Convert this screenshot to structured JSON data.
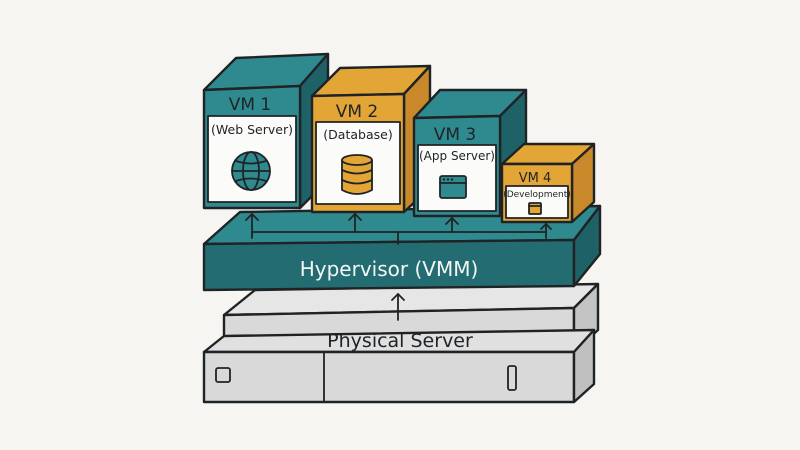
{
  "physical": {
    "label": "Physical Server"
  },
  "hypervisor": {
    "label": "Hypervisor (VMM)"
  },
  "vms": [
    {
      "title": "VM 1",
      "role": "(Web Server)",
      "icon": "globe-icon"
    },
    {
      "title": "VM 2",
      "role": "(Database)",
      "icon": "database-icon"
    },
    {
      "title": "VM 3",
      "role": "(App Server)",
      "icon": "app-window-icon"
    },
    {
      "title": "VM 4",
      "role": "(Development)",
      "icon": "dev-window-icon"
    }
  ],
  "colors": {
    "teal": "#2f8a8f",
    "teal_dark": "#236d72",
    "teal_side": "#1e6166",
    "gold": "#e3a636",
    "gold_side": "#c9892a",
    "gray_front": "#d9d9d9",
    "gray_top": "#e6e6e6",
    "panel": "#fbfbf9"
  }
}
